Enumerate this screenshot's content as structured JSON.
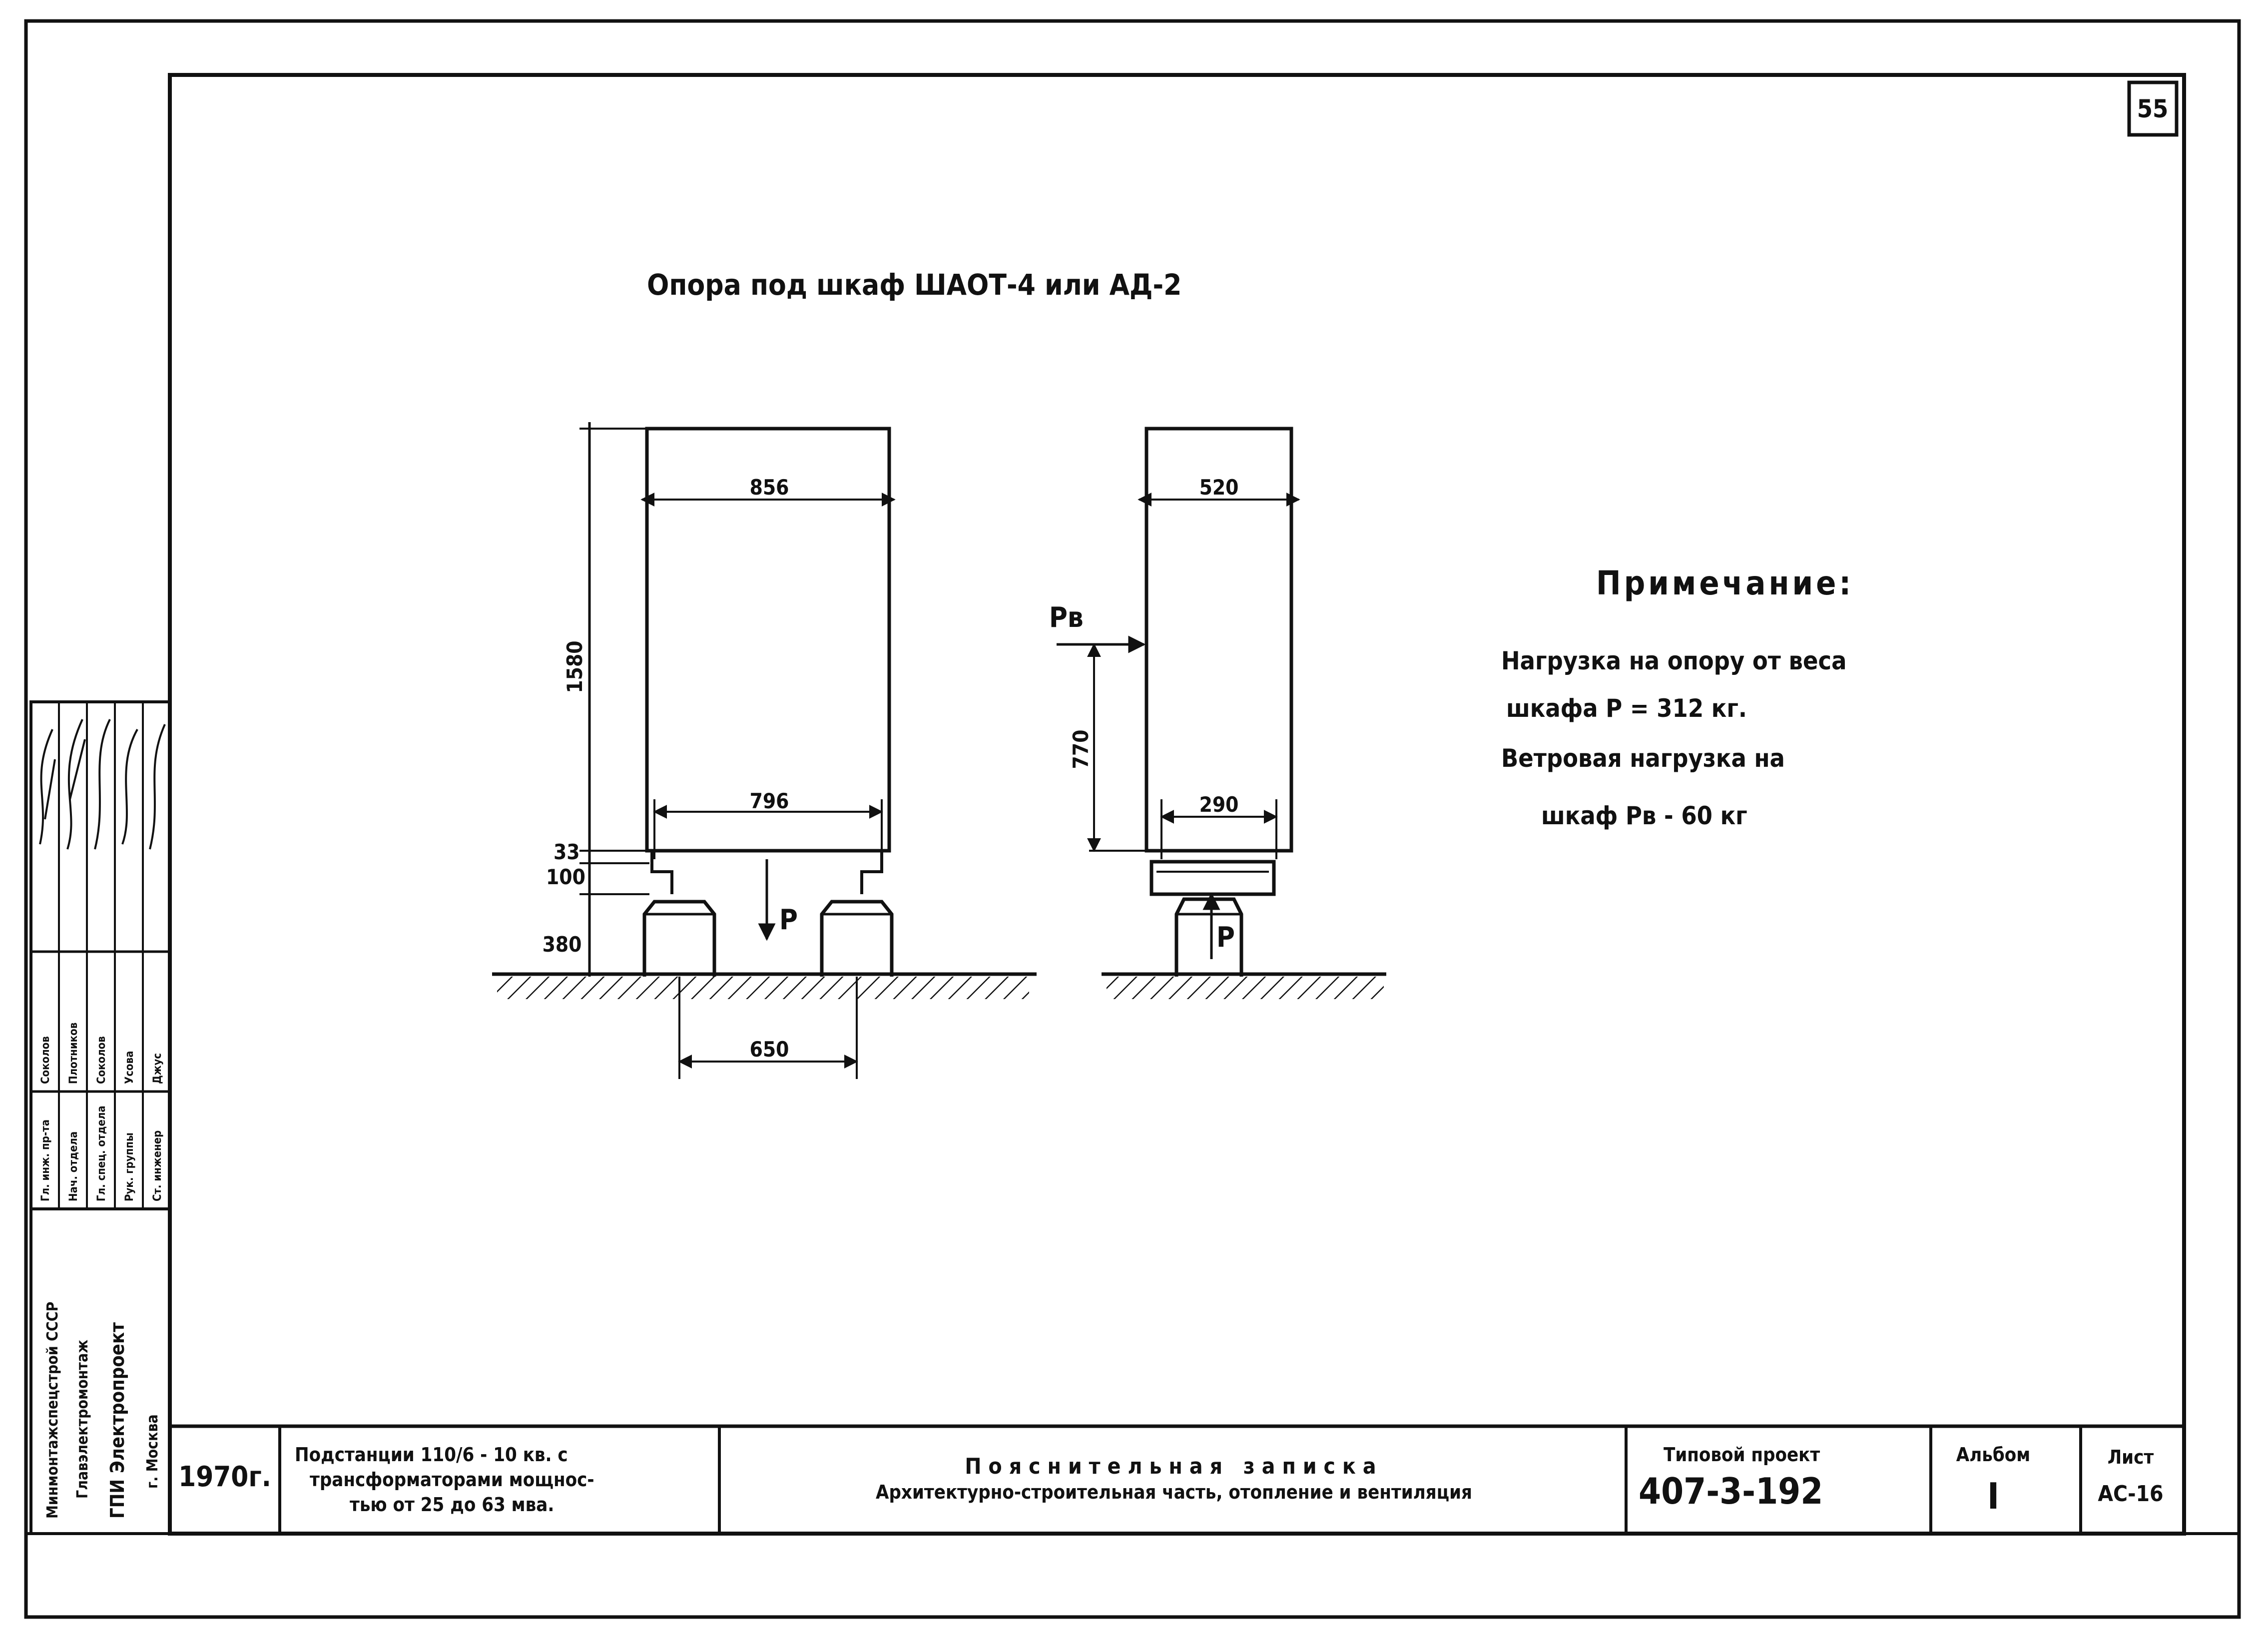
{
  "page_number": "55",
  "drawing": {
    "title": "Опора под шкаф ШАОТ-4 или АД-2",
    "front_view": {
      "width_top": "856",
      "height": "1580",
      "width_bottom": "796",
      "dim_33": "33",
      "dim_100": "100",
      "dim_380": "380",
      "support_spacing": "650",
      "load_label": "Р"
    },
    "side_view": {
      "width_top": "520",
      "wind_height": "770",
      "width_bottom": "290",
      "wind_label": "Рв",
      "load_label": "Р"
    }
  },
  "note": {
    "heading": "Примечание:",
    "lines": [
      "Нагрузка на опору от веса",
      "шкафа Р = 312 кг.",
      "Ветровая нагрузка на",
      "шкаф Рв - 60 кг"
    ]
  },
  "stamp": {
    "organization": [
      "Минмонтажспецстрой СССР",
      "Главэлектромонтаж",
      "ГПИ Электропроект",
      "г. Москва"
    ],
    "roles": [
      "Гл. инж. пр-та",
      "Нач. отдела",
      "Гл. спец. отдела",
      "Рук. группы",
      "Ст. инженер"
    ],
    "names": [
      "Соколов",
      "Плотников",
      "Соколов",
      "Усова",
      "Джус"
    ]
  },
  "title_block": {
    "year": "1970г.",
    "subject": [
      "Подстанции 110/6 - 10 кв. с",
      "трансформаторами мощнос-",
      "тью от 25   до   63 мва."
    ],
    "doc_title": "Пояснительная записка",
    "doc_subtitle": "Архитектурно-строительная часть, отопление и вентиляция",
    "project_label": "Типовой проект",
    "project_number": "407-3-192",
    "album_label": "Альбом",
    "album_value": "I",
    "sheet_label": "Лист",
    "sheet_value": "АС-16"
  }
}
